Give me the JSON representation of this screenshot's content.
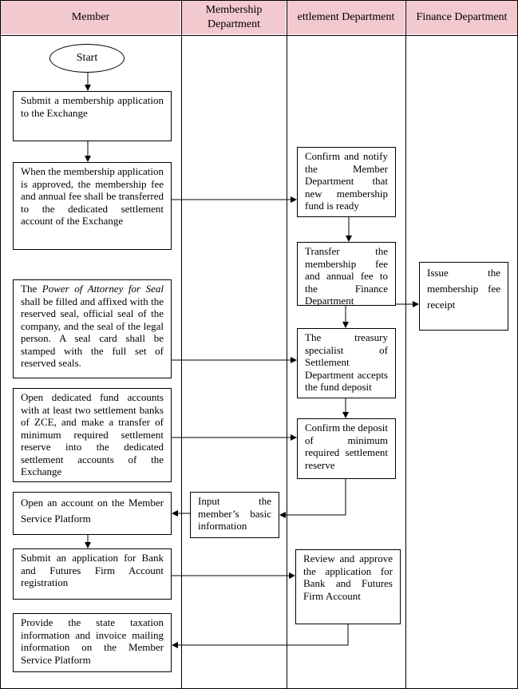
{
  "lanes": [
    {
      "title": "Member"
    },
    {
      "title": "Membership Department"
    },
    {
      "title": "ettlement Department"
    },
    {
      "title": "Finance Department"
    }
  ],
  "nodes": {
    "start": "Start",
    "m1": "Submit a membership application to the Exchange",
    "m2": "When the membership application is approved, the membership fee and annual fee shall be transferred to the dedicated settlement account of the Exchange",
    "m3_italic": "Power of Attorney for Seal",
    "m3_pre": "The ",
    "m3_post": " shall be filled and affixed with the reserved seal, official seal of the company, and the seal of the legal person. A seal card shall be stamped with the full set of reserved seals.",
    "m4": "Open dedicated fund accounts with at least two settlement banks of ZCE, and make a transfer of minimum required settlement reserve into the dedicated settlement accounts of the Exchange",
    "m5": "Open an account on the Member Service Platform",
    "m6": "Submit an application for Bank and Futures Firm Account registration",
    "m7": "Provide the state taxation information and invoice mailing information on the Member Service Platform",
    "md1": "Input the member’s basic information",
    "s1": "Confirm and notify the Member Department that new membership fund is ready",
    "s2": "Transfer the membership fee and annual fee to the Finance Department",
    "s3": "The treasury specialist of Settlement Department accepts the fund deposit",
    "s4": "Confirm the deposit of minimum required settlement reserve",
    "s5": "Review and approve the application for Bank and Futures Firm Account",
    "f1": "Issue the membership fee receipt"
  }
}
